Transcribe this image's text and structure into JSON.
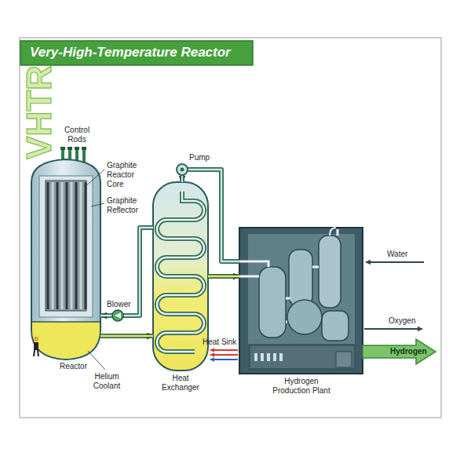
{
  "diagram": {
    "title": "Very-High-Temperature Reactor",
    "nodes": [
      {
        "text": [
          "Reactor"
        ]
      },
      {
        "text": [
          "Heat Exchanger"
        ]
      },
      {
        "text": [
          "Hydrogen Production Plant"
        ]
      }
    ],
    "edges": [
      {
        "from": 0,
        "to": 1,
        "arrow": "to"
      },
      {
        "from": 1,
        "to": 0,
        "arrow": "to"
      },
      {
        "from": 1,
        "to": 2,
        "arrow": "to"
      },
      {
        "from": 2,
        "to": 1,
        "arrow": "to"
      }
    ],
    "labels": [
      "VHTR",
      "Control Rods",
      "Graphite Reactor Core",
      "Graphite Reflector",
      "Pump",
      "Blower",
      "Helium Coolant",
      "Water",
      "Oxygen",
      "Hydrogen",
      "Heat Sink"
    ]
  }
}
